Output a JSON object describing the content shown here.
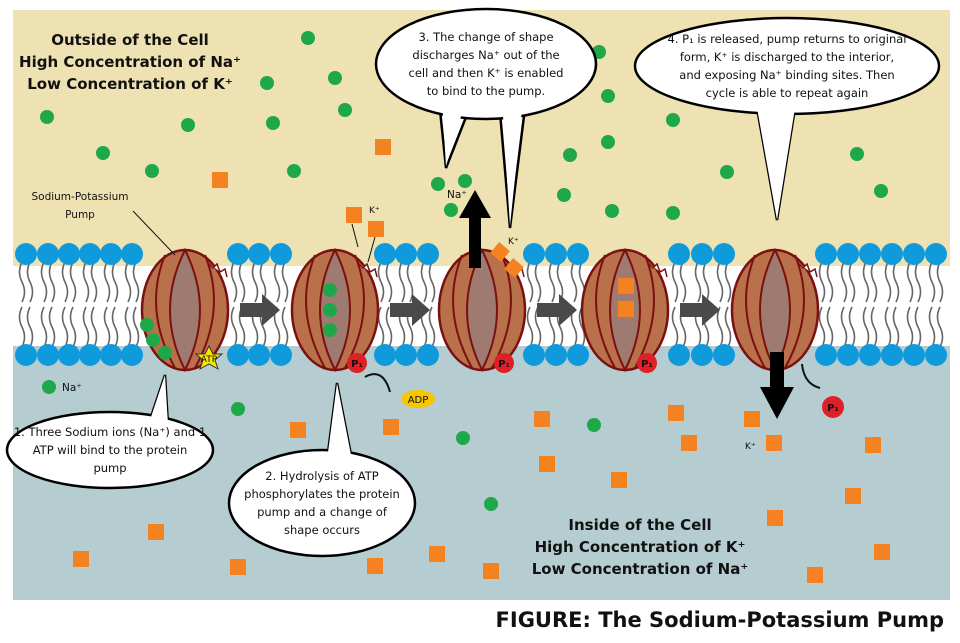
{
  "outside": {
    "title": "Outside of the Cell",
    "line1": "High Concentration of Na⁺",
    "line2": "Low Concentration of K⁺"
  },
  "inside": {
    "title": "Inside of the Cell",
    "line1": "High Concentration of K⁺",
    "line2": "Low Concentration of Na⁺"
  },
  "pump_label": [
    "Sodium-Potassium",
    "Pump"
  ],
  "steps": {
    "step1": [
      "1. Three Sodium ions (Na⁺) and 1",
      "ATP will bind to the protein",
      "pump"
    ],
    "step2": [
      "2. Hydrolysis of ATP",
      "phosphorylates the protein",
      "pump and a change of",
      "shape occurs"
    ],
    "step3": [
      "3. The change of shape",
      "discharges Na⁺ out of the",
      "cell and then K⁺ is enabled",
      "to bind to the pump."
    ],
    "step4": [
      "4. P₁ is released, pump returns to original",
      "form, K⁺ is discharged to the interior,",
      "and exposing Na⁺ binding sites. Then",
      "cycle is able to repeat again"
    ]
  },
  "labels": {
    "na": "Na⁺",
    "k": "K⁺",
    "atp": "ATP",
    "adp": "ADP",
    "p1": "P₁"
  },
  "caption": "FIGURE: The Sodium-Potassium Pump",
  "colors": {
    "outside": "#EFE2B2",
    "inside": "#B5CDD0",
    "sodium": "#1EA84A",
    "potassium": "#F58220",
    "head": "#0F9BDB",
    "pump": "#B9714C",
    "pump_core": "#9E7A70",
    "pump_edge": "#7B1010",
    "phosphate": "#E02027",
    "adp": "#F7C600"
  }
}
